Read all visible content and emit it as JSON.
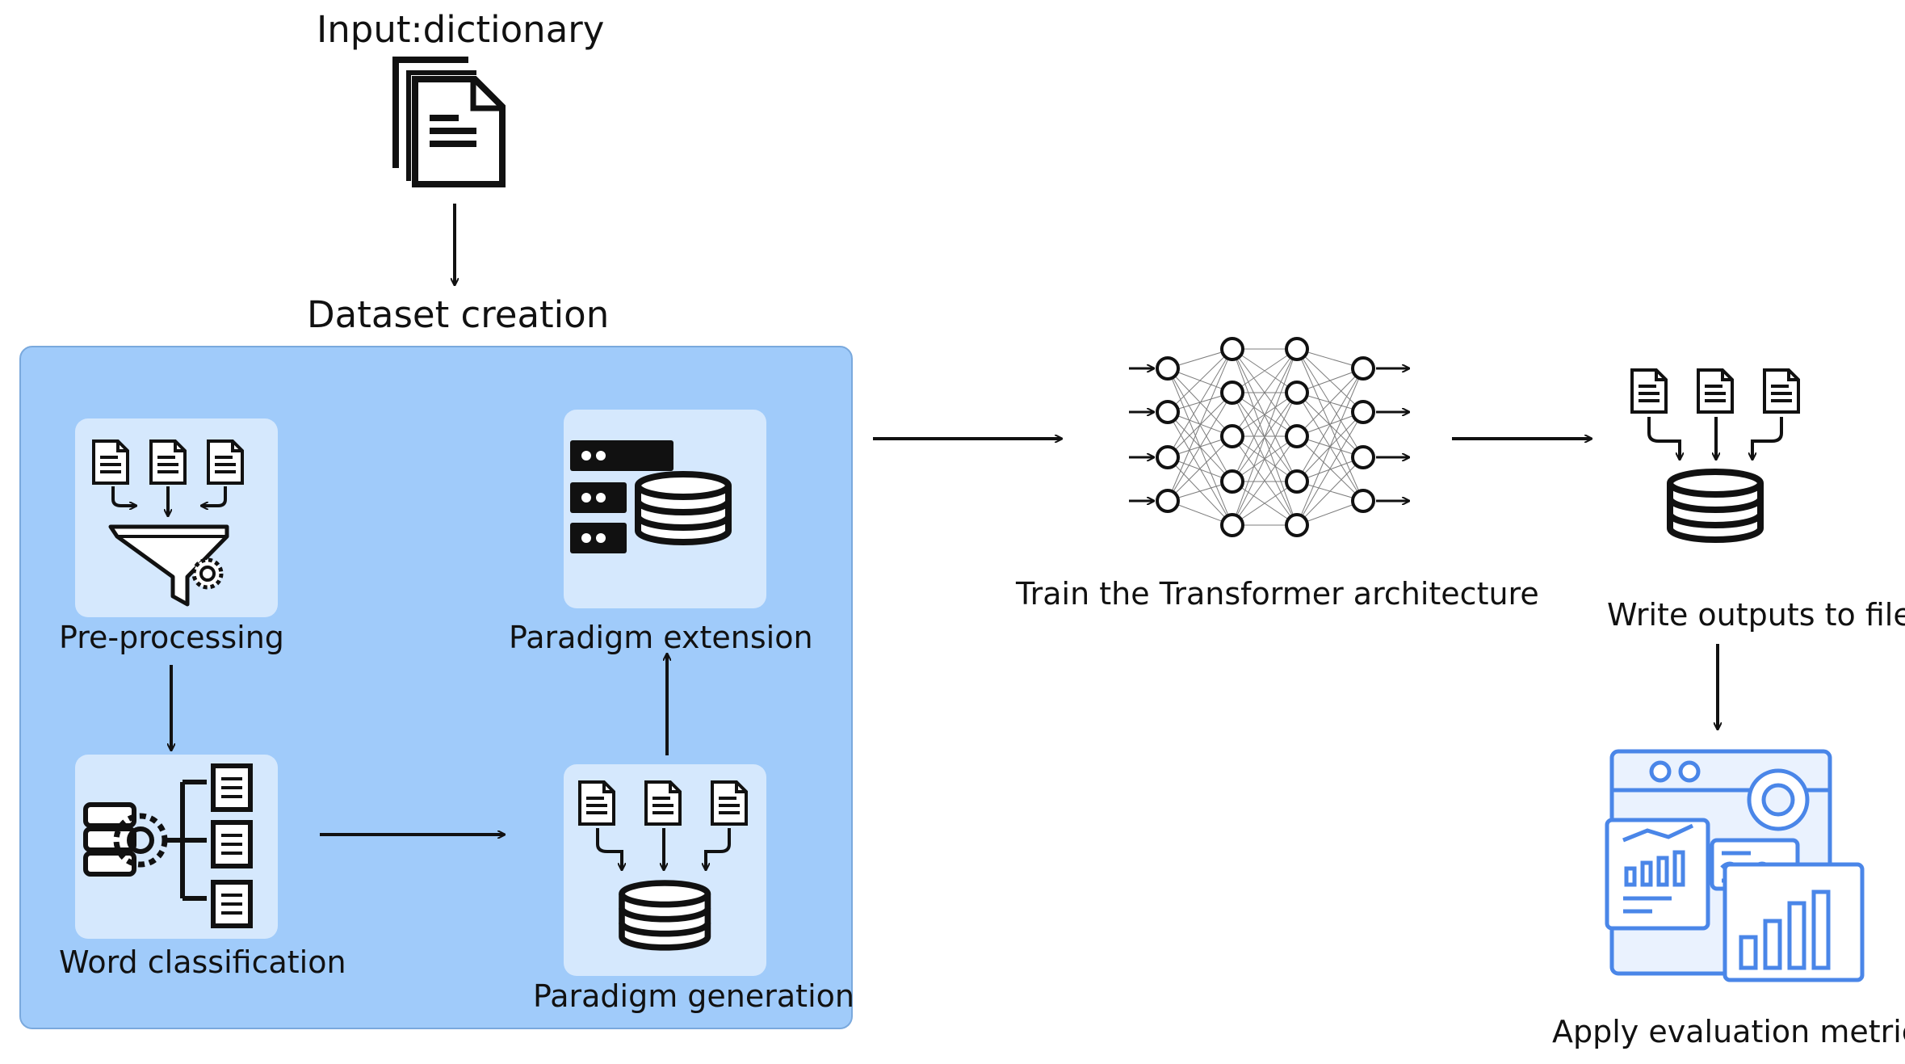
{
  "input": {
    "label": "Input:dictionary",
    "icon": "document-stack-icon"
  },
  "dataset": {
    "label": "Dataset creation"
  },
  "steps": {
    "preprocessing": {
      "label": "Pre-processing",
      "icon": "documents-filter-gear-icon"
    },
    "word_classification": {
      "label": "Word classification",
      "icon": "server-gear-tree-icon"
    },
    "paradigm_generation": {
      "label": "Paradigm generation",
      "icon": "documents-to-database-icon"
    },
    "paradigm_extension": {
      "label": "Paradigm extension",
      "icon": "server-database-icon"
    }
  },
  "train": {
    "label": "Train the Transformer architecture",
    "icon": "neural-network-icon"
  },
  "write": {
    "label": "Write outputs to file",
    "icon": "documents-to-database-icon"
  },
  "evaluate": {
    "label": "Apply evaluation metrics",
    "icon": "analytics-dashboard-icon"
  },
  "colors": {
    "panel": "#a0cbfa",
    "tile": "#d5e8fd",
    "dashboard_blue": "#4a86e8",
    "ink": "#111111"
  }
}
